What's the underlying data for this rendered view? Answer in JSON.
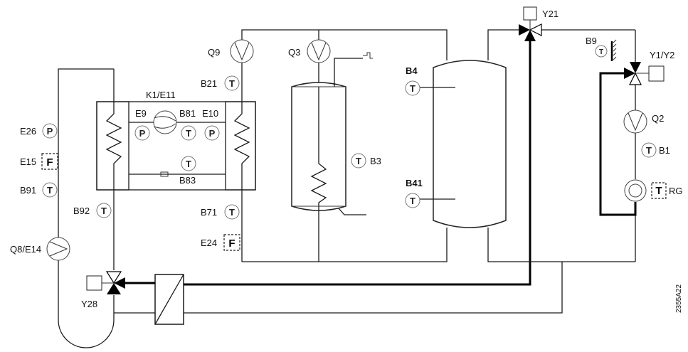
{
  "labels": {
    "k1": "K1/E11",
    "e9": "E9",
    "b81": "B81",
    "e10": "E10",
    "b83": "B83",
    "e26": "E26",
    "e15": "E15",
    "b91": "B91",
    "b92": "B92",
    "q8": "Q8/E14",
    "y28": "Y28",
    "q9": "Q9",
    "b21": "B21",
    "b71": "B71",
    "e24": "E24",
    "q3": "Q3",
    "b3": "B3",
    "b4": "B4",
    "b41": "B41",
    "y21": "Y21",
    "b9": "B9",
    "y1y2": "Y1/Y2",
    "q2": "Q2",
    "b1": "B1",
    "rg": "RG",
    "code": "2355A22"
  },
  "symbols": {
    "temp": "T",
    "pressure": "P",
    "flow": "F"
  },
  "colors": {
    "line": "#1a1a1a",
    "bold_line": "#000000",
    "sensor_border": "#777777",
    "background": "#ffffff"
  }
}
